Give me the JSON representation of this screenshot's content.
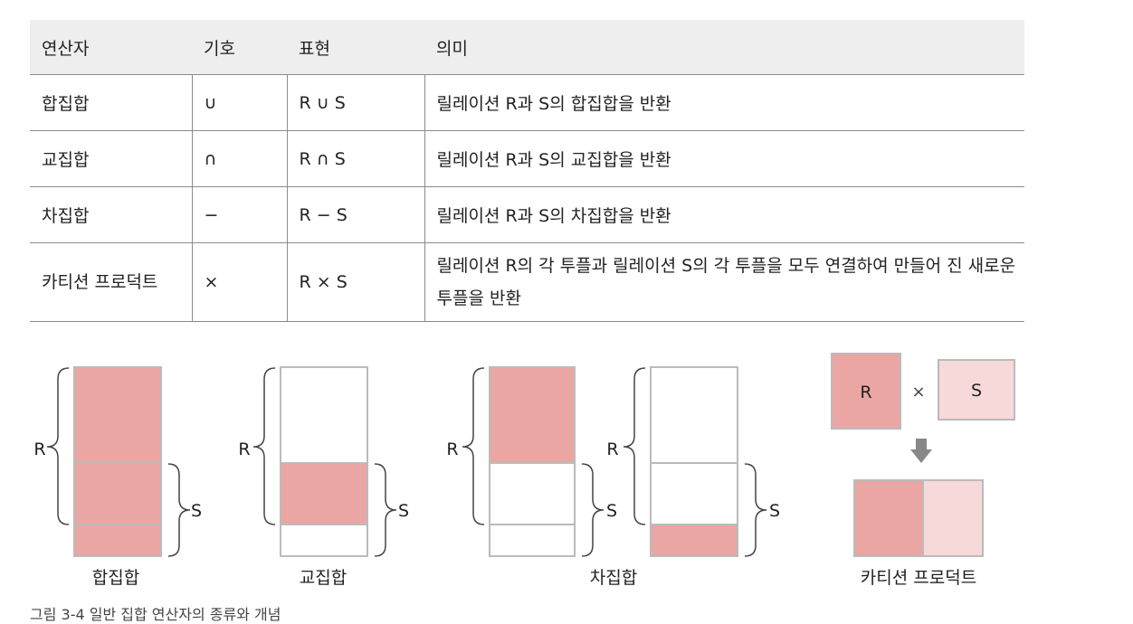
{
  "table": {
    "headers": [
      "연산자",
      "기호",
      "표현",
      "의미"
    ],
    "rows": [
      {
        "op": "합집합",
        "sym": "∪",
        "expr": "R ∪ S",
        "meaning": "릴레이션 R과 S의 합집합을 반환"
      },
      {
        "op": "교집합",
        "sym": "∩",
        "expr": "R ∩ S",
        "meaning": "릴레이션 R과 S의 교집합을 반환"
      },
      {
        "op": "차집합",
        "sym": "−",
        "expr": "R − S",
        "meaning": "릴레이션 R과 S의 차집합을 반환"
      },
      {
        "op": "카티션 프로덕트",
        "sym": "×",
        "expr": "R × S",
        "meaning": "릴레이션 R의 각 투플과 릴레이션 S의 각 투플을 모두 연결하여 만들어 진 새로운 투플을 반환"
      }
    ]
  },
  "diagrams": {
    "r_label": "R",
    "s_label": "S",
    "times_symbol": "×",
    "union_caption": "합집합",
    "intersection_caption": "교집합",
    "difference_caption": "차집합",
    "product_caption": "카티션 프로덕트"
  },
  "figure_caption": "그림 3-4 일반 집합 연산자의 종류와 개념",
  "colors": {
    "fill": "#eaa6a3",
    "light_fill": "#f6d9d8",
    "stroke": "#bbbbbb",
    "header_bg": "#eeeeee"
  }
}
